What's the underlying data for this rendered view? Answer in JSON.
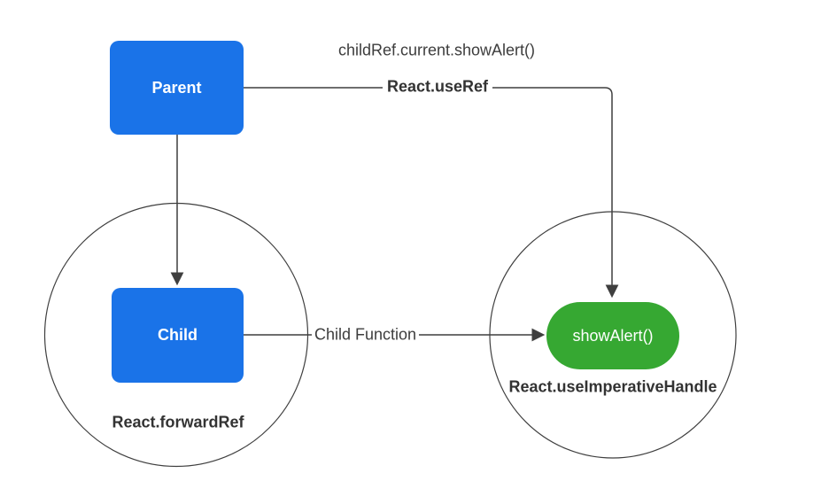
{
  "canvas": {
    "background": "#ffffff"
  },
  "colors": {
    "node_blue": "#1a73e8",
    "node_green": "#36a832",
    "line": "#3f3f3f",
    "label_text": "#3d3d3d",
    "label_text_bold": "#333333",
    "node_text": "#ffffff",
    "canvas_bg": "#ffffff"
  },
  "nodes": {
    "parent": {
      "label": "Parent"
    },
    "child": {
      "label": "Child"
    },
    "show_alert": {
      "label": "showAlert()"
    }
  },
  "group_labels": {
    "forward_ref": "React.forwardRef",
    "use_imperative_handle": "React.useImperativeHandle"
  },
  "edge_labels": {
    "ref_call": "childRef.current.showAlert()",
    "use_ref": "React.useRef",
    "child_function": "Child Function"
  }
}
